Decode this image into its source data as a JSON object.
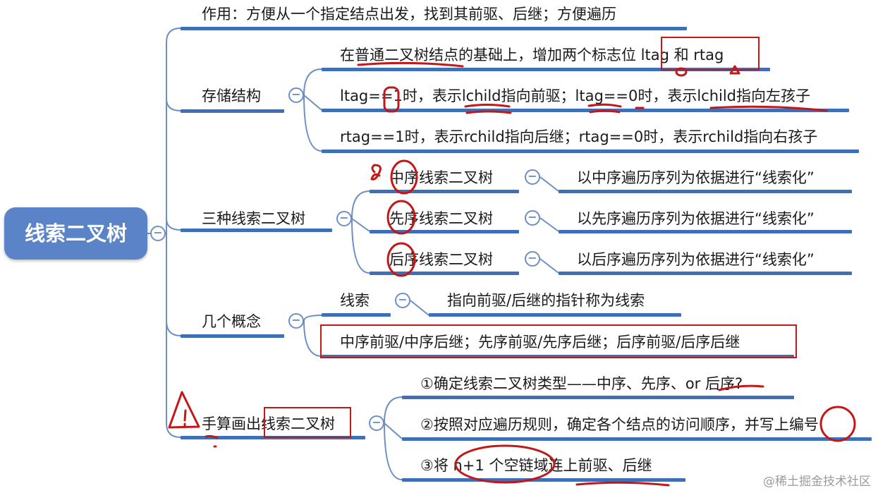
{
  "root": {
    "label": "线索二叉树"
  },
  "branches": {
    "purpose": {
      "text": "作用：方便从一个指定结点出发，找到其前驱、后继；方便遍历"
    },
    "storage": {
      "label": "存储结构",
      "items": [
        "在普通二叉树结点的基础上，增加两个标志位 ltag 和 rtag",
        "ltag==1时，表示lchild指向前驱；ltag==0时，表示lchild指向左孩子",
        "rtag==1时，表示rchild指向后继；rtag==0时，表示rchild指向右孩子"
      ]
    },
    "three_types": {
      "label": "三种线索二叉树",
      "types": [
        {
          "name": "中序线索二叉树",
          "desc": "以中序遍历序列为依据进行“线索化”"
        },
        {
          "name": "先序线索二叉树",
          "desc": "以先序遍历序列为依据进行“线索化”"
        },
        {
          "name": "后序线索二叉树",
          "desc": "以后序遍历序列为依据进行“线索化”"
        }
      ]
    },
    "concepts": {
      "label": "几个概念",
      "thread": {
        "label": "线索",
        "desc": "指向前驱/后继的指针称为线索"
      },
      "pred_succ": "中序前驱/中序后继；先序前驱/先序后继；后序前驱/后序后继"
    },
    "manual": {
      "label": "手算画出线索二叉树",
      "steps": [
        "①确定线索二叉树类型——中序、先序、or 后序?",
        "②按照对应遍历规则，确定各个结点的访问顺序，并写上编号",
        "③将 n+1 个空链域连上前驱、后继"
      ]
    }
  },
  "toggle_symbol": "−",
  "watermark": "@稀土掘金技术社区",
  "colors": {
    "branch": "#3f6fb7",
    "root": "#5b83c7",
    "ink": "#c21818"
  }
}
